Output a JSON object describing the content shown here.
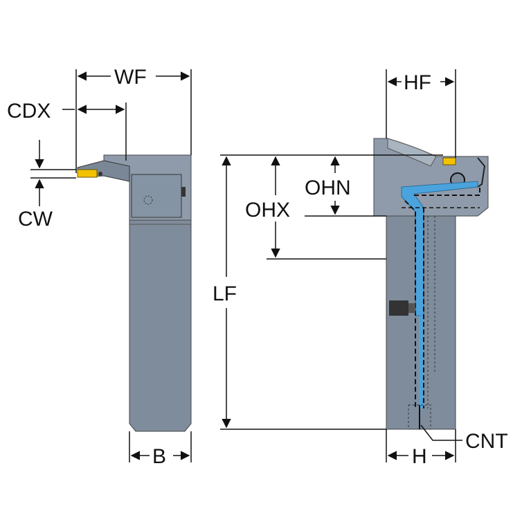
{
  "labels": {
    "wf": "WF",
    "cdx": "CDX",
    "cw": "CW",
    "b": "B",
    "hf": "HF",
    "ohn": "OHN",
    "ohx": "OHX",
    "lf": "LF",
    "cnt": "CNT",
    "h": "H"
  },
  "colors": {
    "body": "#7f8c9c",
    "body_dark": "#66727f",
    "body_light": "#9aa6b4",
    "coolant": "#4aa3dc",
    "insert": "#f2c200",
    "line": "#111111"
  }
}
